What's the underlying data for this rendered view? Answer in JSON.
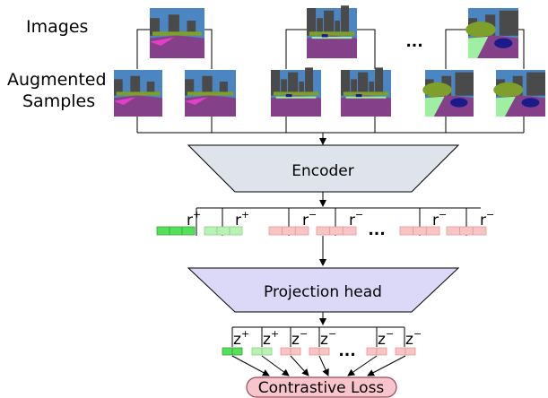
{
  "labels": {
    "images": "Images",
    "augmented_line1": "Augmented",
    "augmented_line2": "Samples"
  },
  "ellipsis": "...",
  "encoder": {
    "label": "Encoder",
    "fill": "#dfe3ec"
  },
  "projection_head": {
    "label": "Projection head",
    "fill": "#dcd8f8"
  },
  "representations": {
    "positive_label": "r+",
    "negative_label": "r−"
  },
  "projections": {
    "positive_label": "z+",
    "negative_label": "z−"
  },
  "loss": {
    "label": "Contrastive Loss",
    "fill": "#f9c5cc",
    "stroke": "#9a4a58"
  },
  "colors": {
    "anchor_vector": "#55e05a",
    "positive_vector": "#b8f2b4",
    "negative_vector": "#f8c4c4",
    "sky": "#4b86c2",
    "building": "#4a4a4a",
    "road": "#84418a",
    "vegetation": "#7ea02a",
    "sidewalk": "#e43ec9",
    "terrain": "#9ef0a0",
    "car": "#1a1a8a"
  },
  "icons": {
    "arrow": "arrow-down-icon"
  }
}
